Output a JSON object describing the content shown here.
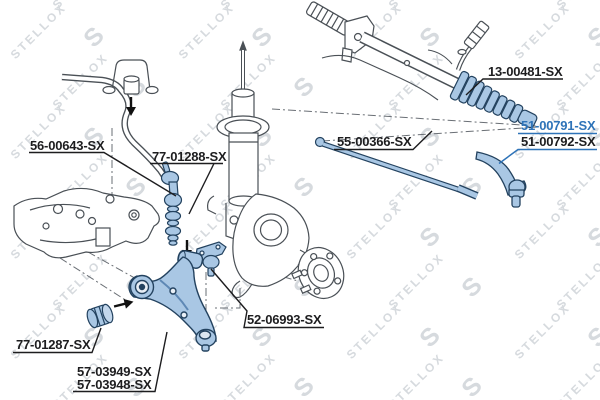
{
  "watermark": {
    "text": "STELLOX",
    "logo": "S"
  },
  "labels": {
    "rack_boot": "13-00481-SX",
    "tie_rod": "55-00366-SX",
    "tie_rod_end_primary": "51-00791-SX",
    "tie_rod_end_alt": "51-00792-SX",
    "stab_link": "56-00643-SX",
    "link_bushing": "77-01288-SX",
    "arm_bushing": "77-01287-SX",
    "control_arm_a": "57-03949-SX",
    "control_arm_b": "57-03948-SX",
    "ball_joint": "52-06993-SX"
  },
  "highlighted_part": "51-00791-SX",
  "colors": {
    "label_link_blue": "#2e73b8",
    "part_highlight_fill": "#a9c7e4",
    "part_highlight_stroke": "#23425f",
    "outline_gray": "#4a5056",
    "watermark_gray": "#d6dade"
  }
}
